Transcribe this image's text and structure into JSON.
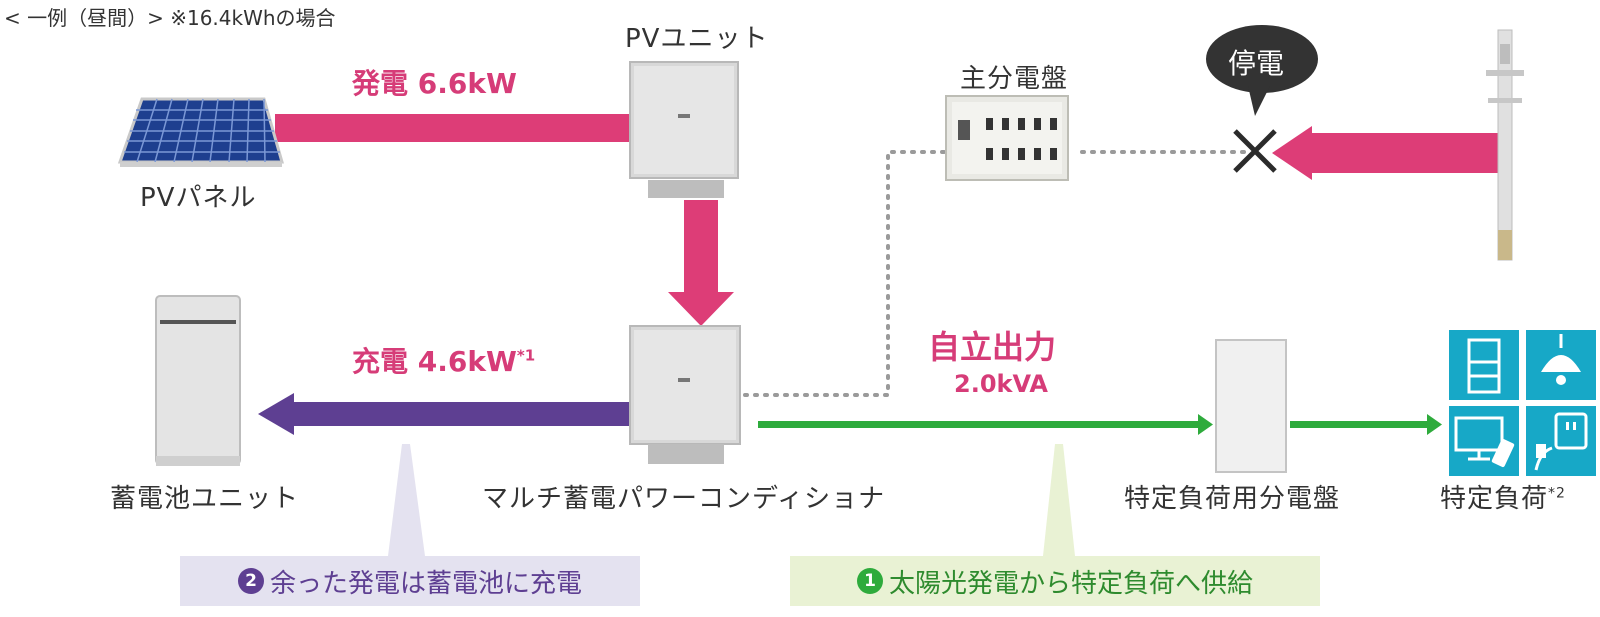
{
  "header_note": "< 一例（昼間）> ※16.4kWhの場合",
  "labels": {
    "pv_unit": "PVユニット",
    "pv_panel": "PVパネル",
    "main_board": "主分電盤",
    "outage": "停電",
    "battery": "蓄電池ユニット",
    "multi_pcs": "マルチ蓄電パワーコンディショナ",
    "specific_board": "特定負荷用分電盤",
    "specific_load": "特定負荷",
    "specific_load_note": "*2"
  },
  "flows": {
    "generation": "発電 6.6kW",
    "charge": "充電 4.6kW",
    "charge_note": "*1",
    "output_title": "自立出力",
    "output_value": "2.0kVA"
  },
  "callouts": {
    "left_num": "2",
    "left_text": "余った発電は蓄電池に充電",
    "right_num": "1",
    "right_text": "太陽光発電から特定負荷へ供給"
  },
  "colors": {
    "pink": "#dd3d77",
    "purple": "#5e3f92",
    "green": "#2eab3c",
    "teal": "#17a8c7",
    "lavender_box": "#e4e2f0",
    "green_box": "#e9f2d4"
  }
}
